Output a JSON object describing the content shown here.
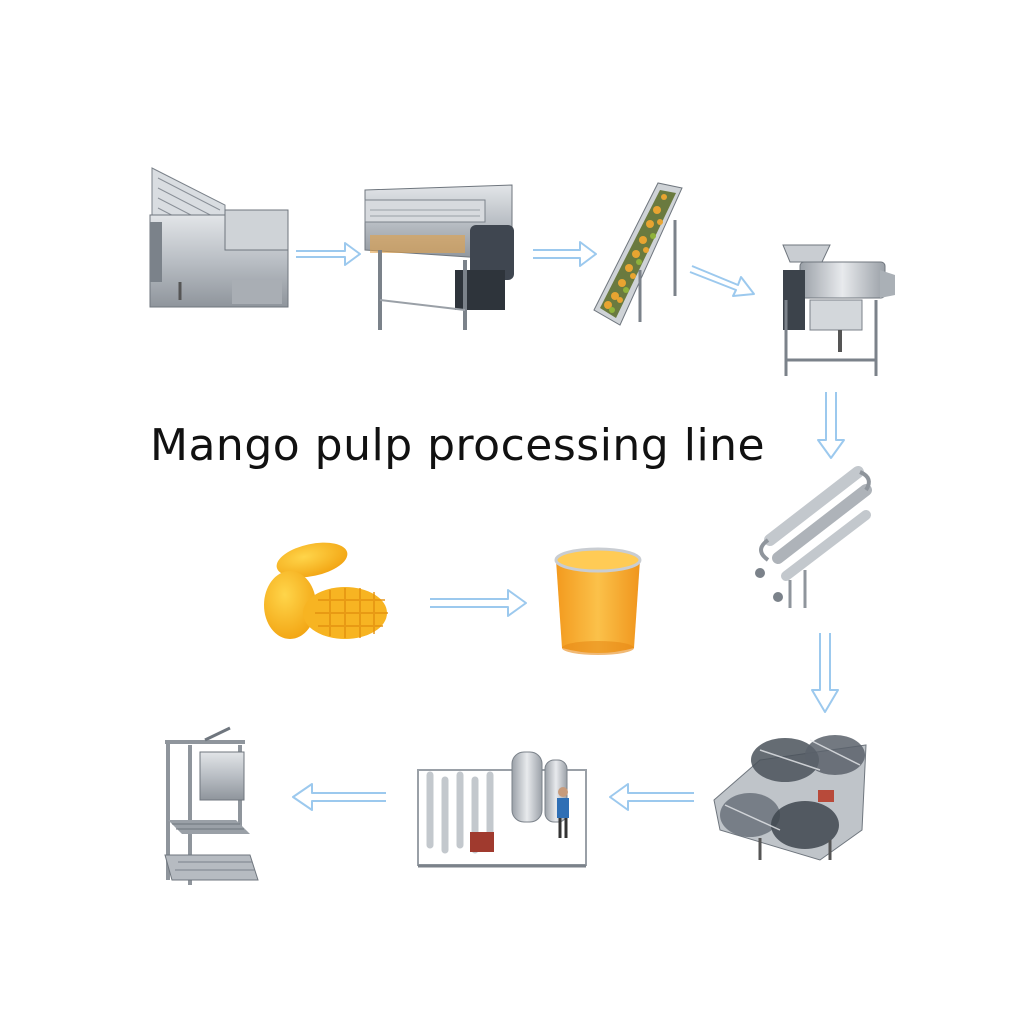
{
  "title": "Mango pulp processing line",
  "steps": [
    {
      "id": "washing-machine",
      "icon": "washing-machine-icon"
    },
    {
      "id": "brush-washer",
      "icon": "brush-washer-icon"
    },
    {
      "id": "elevator-conveyor",
      "icon": "elevator-conveyor-icon"
    },
    {
      "id": "pulper-destoner",
      "icon": "pulper-machine-icon"
    },
    {
      "id": "tube-preheater",
      "icon": "tube-heater-icon"
    },
    {
      "id": "vacuum-concentrator",
      "icon": "wrapped-machine-icon"
    },
    {
      "id": "sterilizer",
      "icon": "sterilizer-icon"
    },
    {
      "id": "aseptic-filler",
      "icon": "aseptic-filler-icon"
    }
  ],
  "products": [
    {
      "id": "fresh-mango",
      "icon": "mango-fruit-icon"
    },
    {
      "id": "mango-pulp-can",
      "icon": "pulp-can-icon"
    }
  ],
  "colors": {
    "arrow": "#9cc9ee",
    "steel": "#b9bec4",
    "steel_dark": "#6f767e",
    "mango": "#f6b321",
    "pulp": "#f7a928",
    "title": "#111111"
  }
}
